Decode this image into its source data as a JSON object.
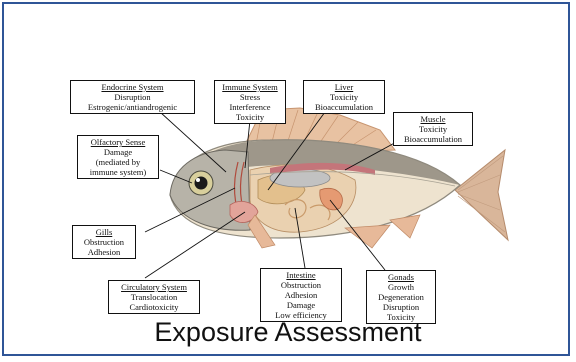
{
  "caption": "Exposure Assessment",
  "labels": {
    "endocrine": {
      "title": "Endocrine System",
      "lines": [
        "Disruption",
        "Estrogenic/antiandrogenic"
      ]
    },
    "immune": {
      "title": "Immune System",
      "lines": [
        "Stress",
        "Interference",
        "Toxicity"
      ]
    },
    "liver": {
      "title": "Liver",
      "lines": [
        "Toxicity",
        "Bioaccumulation"
      ]
    },
    "muscle": {
      "title": "Muscle",
      "lines": [
        "Toxicity",
        "Bioaccumulation"
      ]
    },
    "olfactory": {
      "title": "Olfactory Sense",
      "lines": [
        "Damage",
        "(mediated by",
        "immune system)"
      ]
    },
    "gills": {
      "title": "Gills",
      "lines": [
        "Obstruction",
        "Adhesion"
      ]
    },
    "circulatory": {
      "title": "Circulatory System",
      "lines": [
        "Translocation",
        "Cardiotoxicity"
      ]
    },
    "intestine": {
      "title": "Intestine",
      "lines": [
        "Obstruction",
        "Adhesion",
        "Damage",
        "Low efficiency"
      ]
    },
    "gonads": {
      "title": "Gonads",
      "lines": [
        "Growth",
        "Degeneration",
        "Disruption",
        "Toxicity"
      ]
    }
  },
  "colors": {
    "frame": "#2f5597",
    "fish_back": "#8f8a7e",
    "fish_belly": "#eee3cf",
    "organ_pink": "#e8b0a8",
    "fin": "#e7b999"
  }
}
